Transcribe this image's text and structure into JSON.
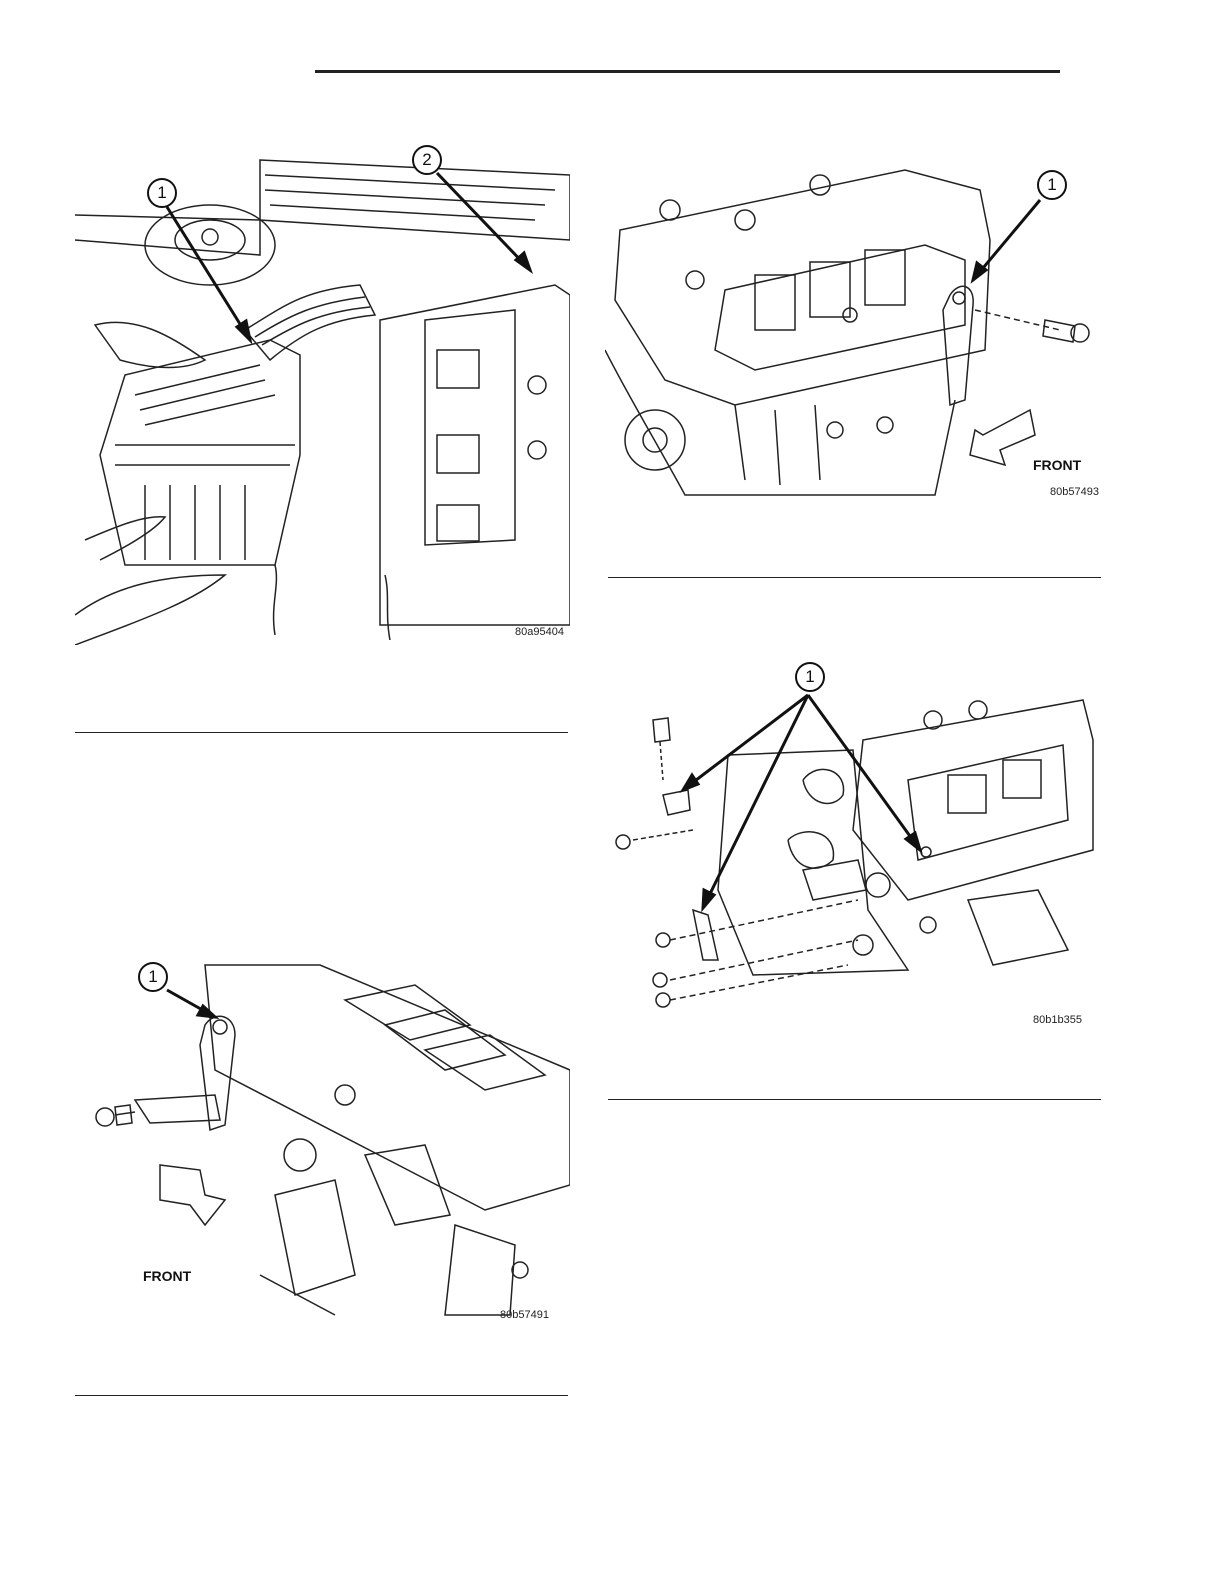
{
  "figures": [
    {
      "id": "fig1",
      "code": "80a95404",
      "callouts": [
        "1",
        "2"
      ]
    },
    {
      "id": "fig2",
      "code": "80b57493",
      "callouts": [
        "1"
      ],
      "direction_label": "FRONT"
    },
    {
      "id": "fig3",
      "code": "80b57491",
      "callouts": [
        "1"
      ],
      "direction_label": "FRONT"
    },
    {
      "id": "fig4",
      "code": "80b1b355",
      "callouts": [
        "1"
      ]
    }
  ]
}
